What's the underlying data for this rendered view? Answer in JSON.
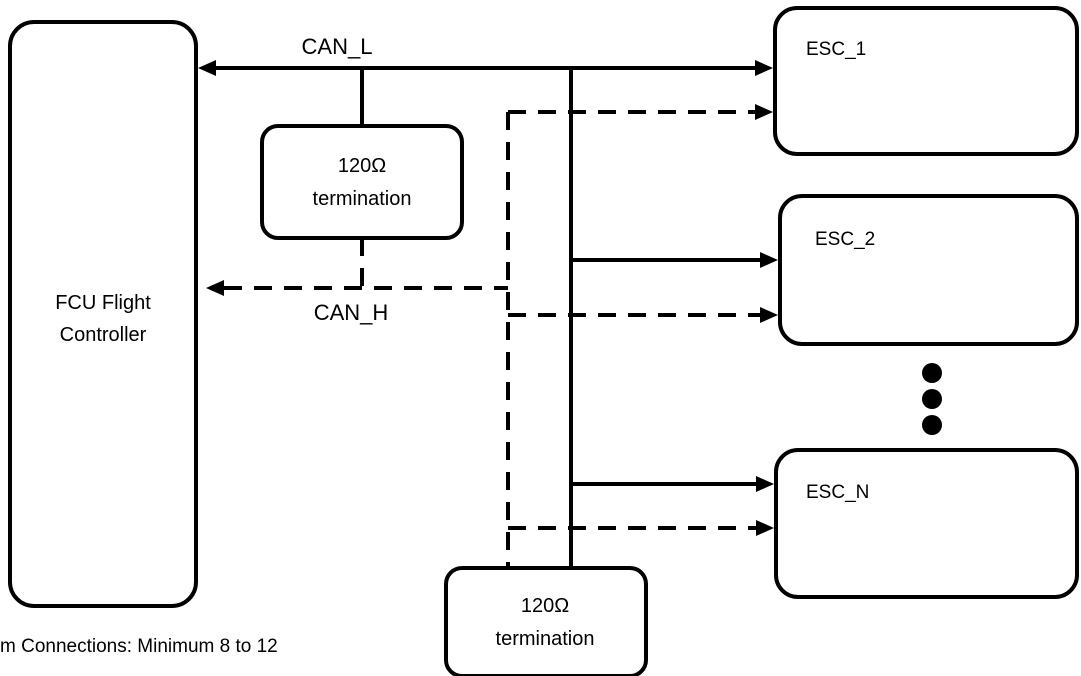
{
  "fcu": {
    "line1": "FCU Flight",
    "line2": "Controller"
  },
  "esc_modules": [
    {
      "label": "ESC_1"
    },
    {
      "label": "ESC_2"
    },
    {
      "label": "ESC_N"
    }
  ],
  "terminations": [
    {
      "line1": "120Ω",
      "line2": "termination"
    },
    {
      "line1": "120Ω",
      "line2": "termination"
    }
  ],
  "buses": {
    "can_l": "CAN_L",
    "can_h": "CAN_H"
  },
  "footnote": "m Connections: Minimum 8 to 12"
}
